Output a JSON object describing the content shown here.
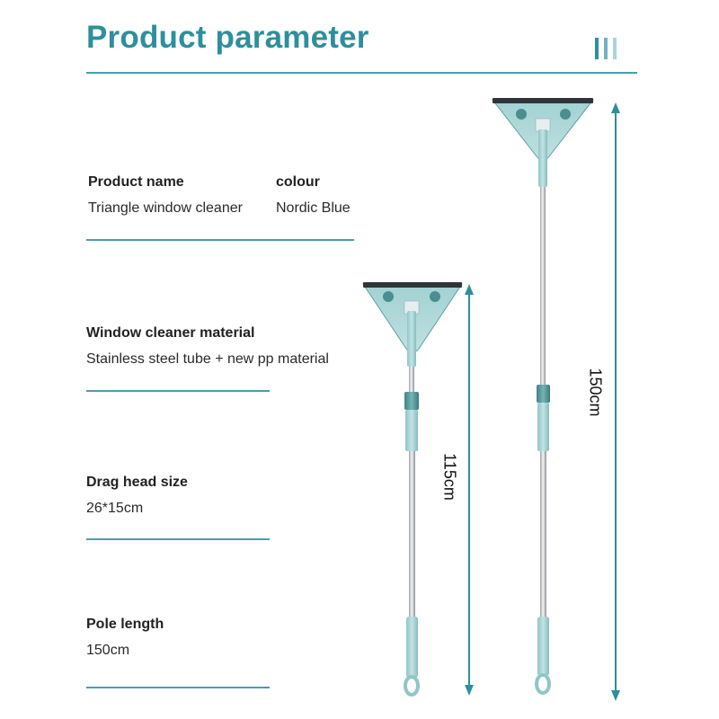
{
  "header": {
    "title": "Product parameter",
    "accent_color": "#2e8f9c"
  },
  "specs": {
    "product_name_label": "Product name",
    "product_name_value": "Triangle window cleaner",
    "colour_label": "colour",
    "colour_value": "Nordic Blue",
    "material_label": "Window cleaner material",
    "material_value": "Stainless steel tube + new pp material",
    "head_size_label": "Drag head size",
    "head_size_value": "26*15cm",
    "pole_length_label": "Pole length",
    "pole_length_value": "150cm"
  },
  "dimensions": {
    "short_pole": "115cm",
    "long_pole": "150cm"
  },
  "colors": {
    "divider": "#4a9eaa",
    "product_mint": "#a9d6d8",
    "product_teal": "#4f9597",
    "steel": "#c9ccd0"
  }
}
